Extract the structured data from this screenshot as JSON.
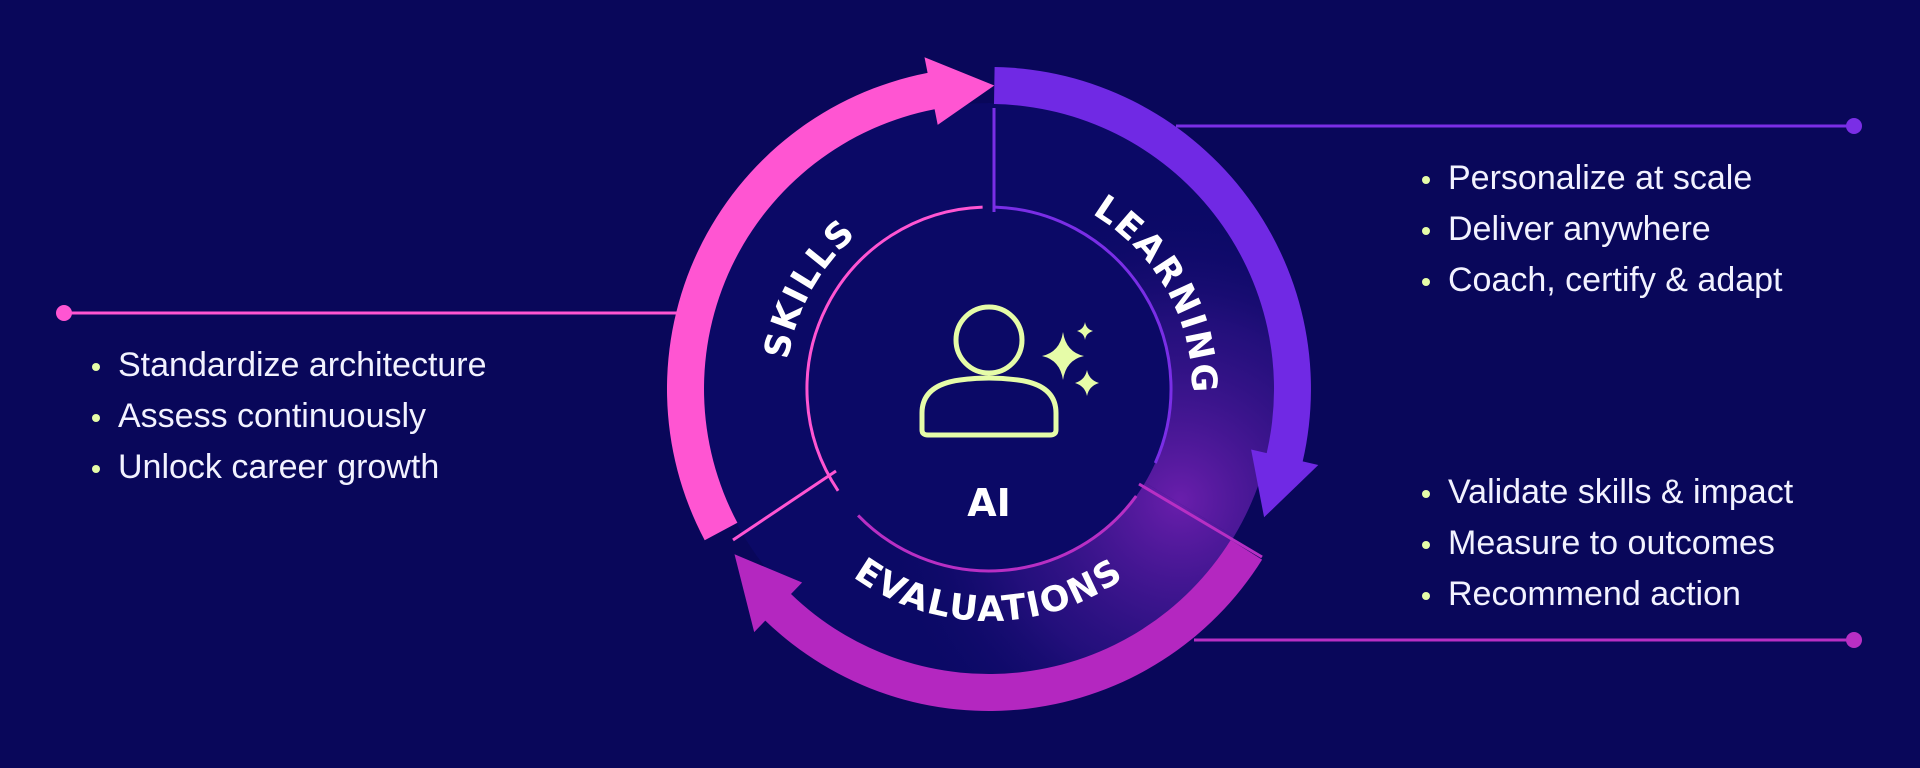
{
  "colors": {
    "background": "#09075a",
    "skills": "#ff55d2",
    "learning": "#7029e4",
    "evaluations": "#b427c0",
    "accent": "#e6fca8"
  },
  "center": {
    "label": "AI",
    "icon": "person-sparkles-icon"
  },
  "segments": {
    "skills": {
      "label": "SKILLS",
      "bullets": [
        "Standardize architecture",
        "Assess continuously",
        "Unlock career growth"
      ]
    },
    "learning": {
      "label": "LEARNING",
      "bullets": [
        "Personalize at scale",
        "Deliver anywhere",
        "Coach, certify & adapt"
      ]
    },
    "evaluations": {
      "label": "EVALUATIONS",
      "bullets": [
        "Validate skills & impact",
        "Measure to outcomes",
        "Recommend action"
      ]
    }
  }
}
